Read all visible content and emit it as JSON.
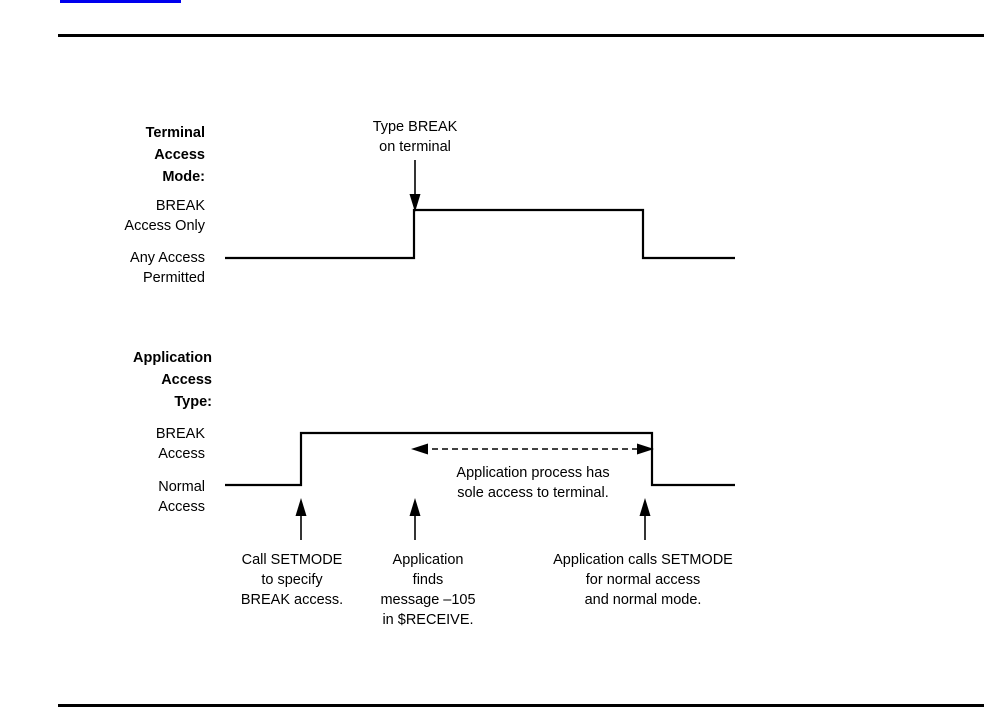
{
  "document": {
    "top_rule": true,
    "bottom_rule": true,
    "link_underline_color": "#0000ee"
  },
  "figure": {
    "title": "",
    "panels": [
      {
        "id": "terminal-access-mode",
        "heading": [
          "Terminal",
          "Access",
          "Mode:"
        ],
        "levels": [
          {
            "id": "break-access-only",
            "label": [
              "BREAK",
              "Access Only"
            ]
          },
          {
            "id": "any-access-permitted",
            "label": [
              "Any Access",
              "Permitted"
            ]
          }
        ],
        "annotation": {
          "id": "type-break-on-terminal",
          "lines": [
            "Type BREAK",
            "on terminal"
          ],
          "arrow": "down"
        }
      },
      {
        "id": "application-access-type",
        "heading": [
          "Application",
          "Access",
          "Type:"
        ],
        "levels": [
          {
            "id": "break-access",
            "label": [
              "BREAK",
              "Access"
            ]
          },
          {
            "id": "normal-access",
            "label": [
              "Normal",
              "Access"
            ]
          }
        ],
        "span_note": {
          "id": "sole-access-note",
          "lines": [
            "Application process has",
            "sole access to terminal."
          ],
          "arrow": "double-dashed"
        },
        "callouts": [
          {
            "id": "callout-setmode-break",
            "lines": [
              "Call SETMODE",
              "to specify",
              "BREAK access."
            ],
            "arrow": "up"
          },
          {
            "id": "callout-message-105",
            "lines": [
              "Application",
              "finds",
              "message –105",
              "in  $RECEIVE."
            ],
            "arrow": "up"
          },
          {
            "id": "callout-setmode-normal",
            "lines": [
              "Application calls SETMODE",
              "for normal access",
              "and normal mode."
            ],
            "arrow": "up"
          }
        ]
      }
    ]
  },
  "chart_data": {
    "type": "line",
    "title": "Terminal access mode and application access type over time",
    "xlabel": "",
    "ylabel": "",
    "grid": false,
    "legend": "none",
    "series": [
      {
        "name": "Terminal Access Mode",
        "level_labels": [
          "Any Access Permitted",
          "BREAK Access Only"
        ],
        "steps": [
          {
            "x": 225,
            "level": "Any Access Permitted"
          },
          {
            "x": 414,
            "level": "BREAK Access Only"
          },
          {
            "x": 643,
            "level": "Any Access Permitted"
          },
          {
            "x": 735,
            "level": "Any Access Permitted"
          }
        ]
      },
      {
        "name": "Application Access Type",
        "level_labels": [
          "Normal Access",
          "BREAK Access"
        ],
        "steps": [
          {
            "x": 225,
            "level": "Normal Access"
          },
          {
            "x": 301,
            "level": "BREAK Access"
          },
          {
            "x": 652,
            "level": "Normal Access"
          },
          {
            "x": 735,
            "level": "Normal Access"
          }
        ]
      }
    ],
    "annotations": [
      {
        "text": "Type BREAK on terminal",
        "x": 415,
        "target_series": "Terminal Access Mode"
      },
      {
        "text": "Application process has sole access to terminal.",
        "x_from": 415,
        "x_to": 650
      },
      {
        "text": "Call SETMODE to specify BREAK access.",
        "x": 301
      },
      {
        "text": "Application finds message –105 in $RECEIVE.",
        "x": 415
      },
      {
        "text": "Application calls SETMODE for normal access and normal mode.",
        "x": 645
      }
    ]
  }
}
